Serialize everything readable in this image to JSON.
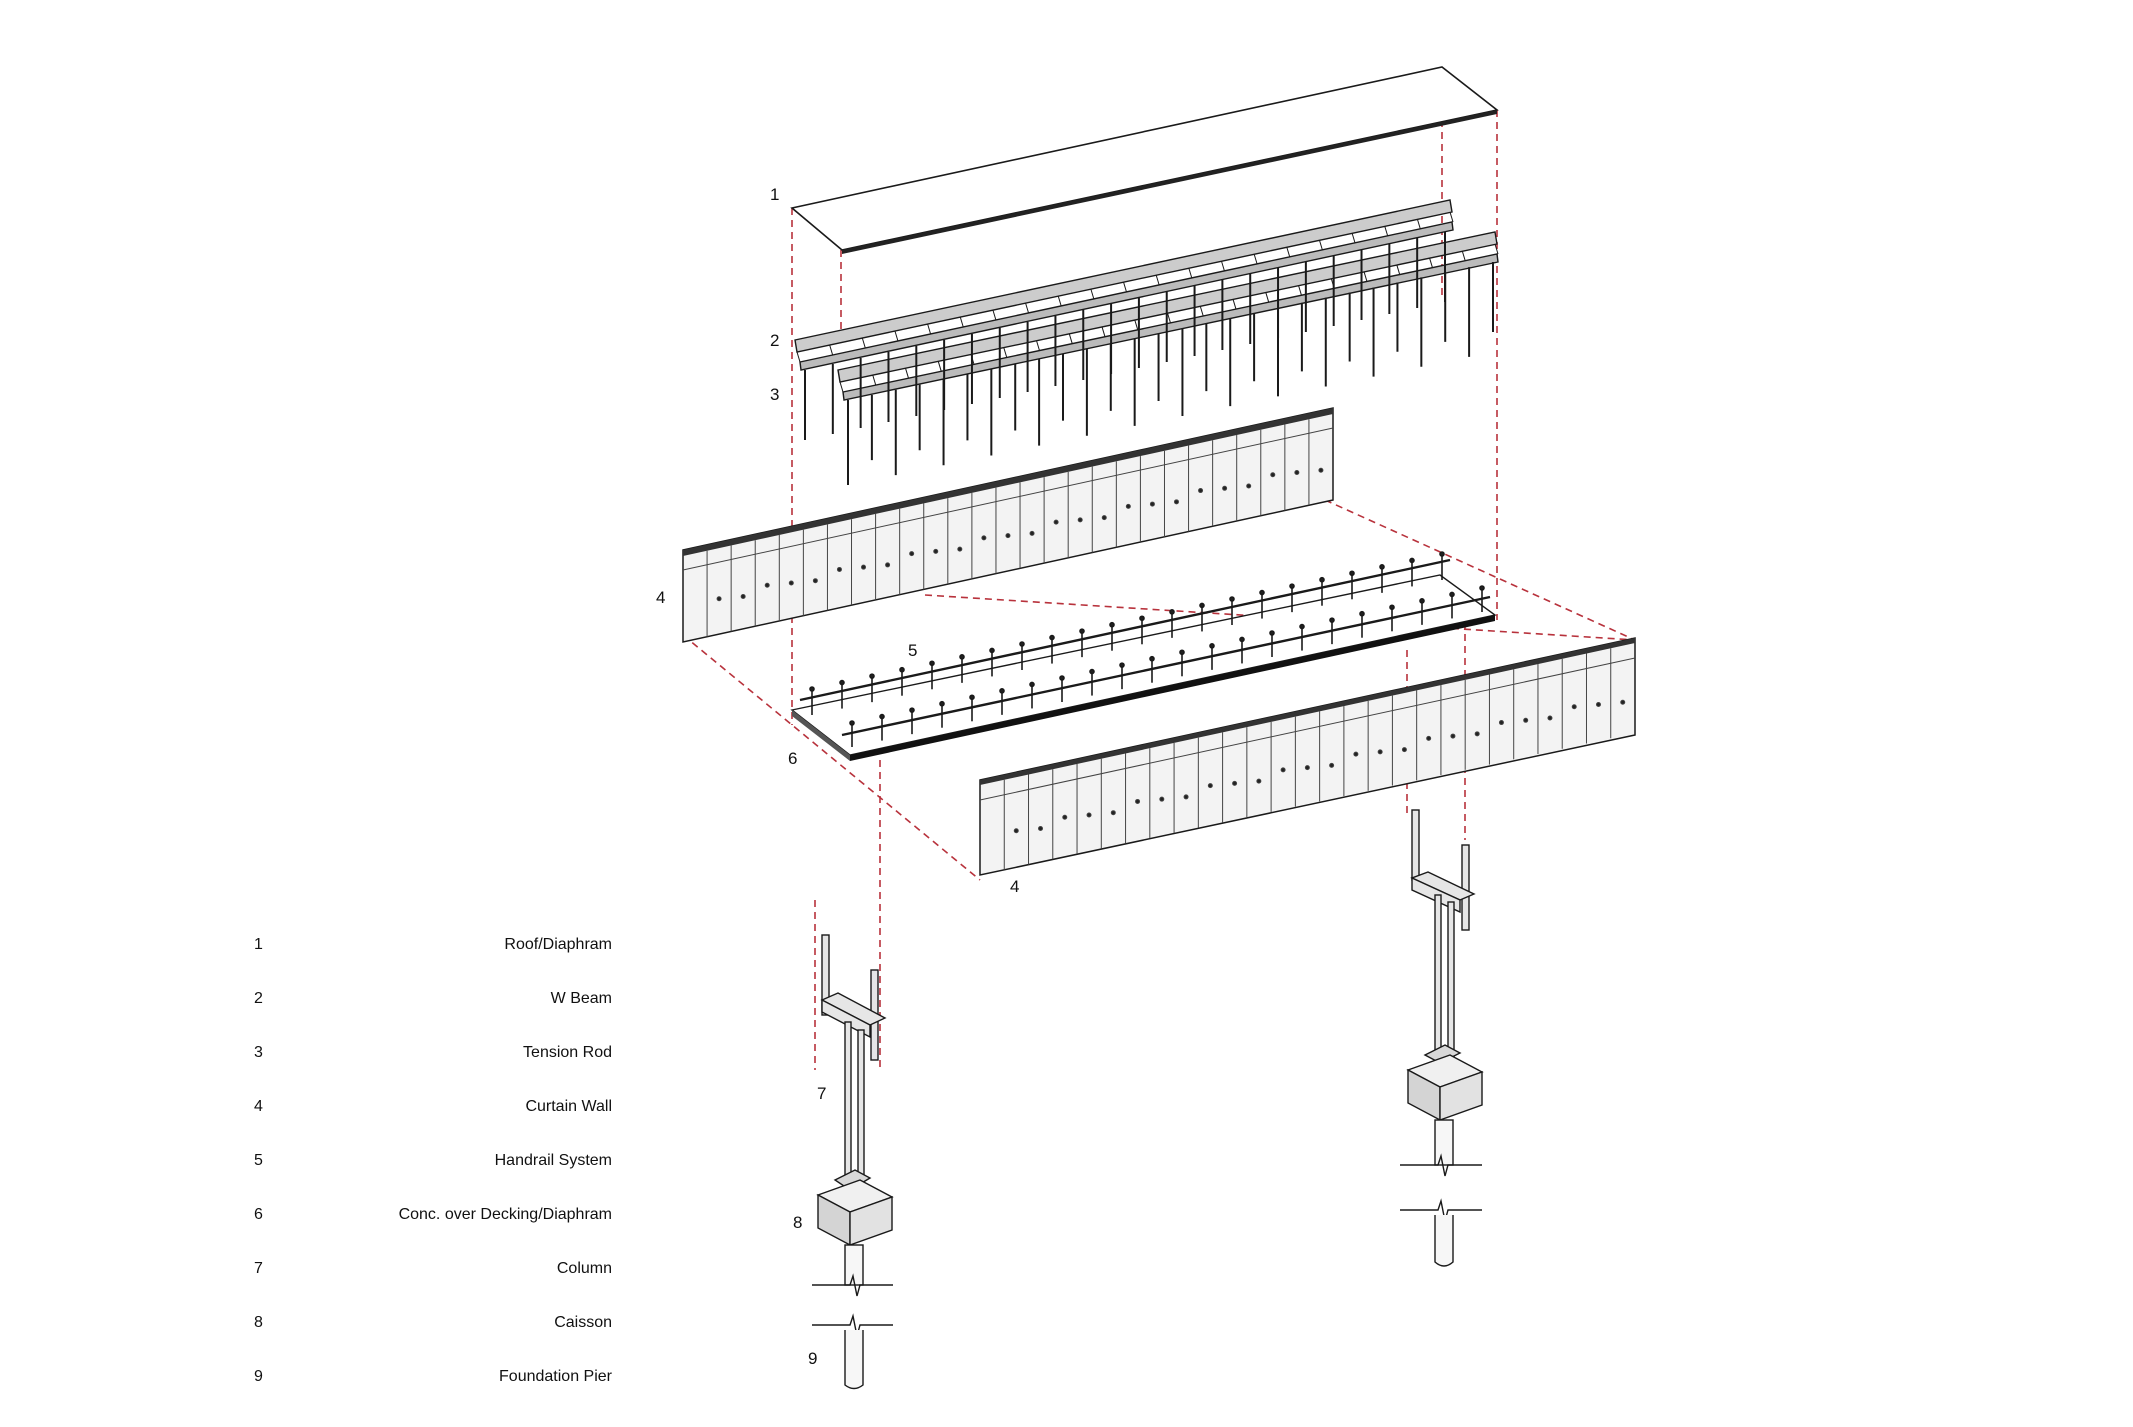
{
  "diagram": {
    "callouts": [
      "1",
      "2",
      "3",
      "4",
      "5",
      "6",
      "4",
      "7",
      "8",
      "9"
    ],
    "legend": [
      {
        "num": "1",
        "name": "Roof/Diaphram"
      },
      {
        "num": "2",
        "name": "W Beam"
      },
      {
        "num": "3",
        "name": "Tension Rod"
      },
      {
        "num": "4",
        "name": "Curtain Wall"
      },
      {
        "num": "5",
        "name": "Handrail System"
      },
      {
        "num": "6",
        "name": "Conc. over Decking/Diaphram"
      },
      {
        "num": "7",
        "name": "Column"
      },
      {
        "num": "8",
        "name": "Caisson"
      },
      {
        "num": "9",
        "name": "Foundation Pier"
      }
    ],
    "colors": {
      "line": "#1a1a1a",
      "projection": "#b8323c",
      "panel_fill": "#f3f3f3",
      "roof_fill": "#ffffff",
      "block_fill": "#e6e6e6"
    }
  }
}
